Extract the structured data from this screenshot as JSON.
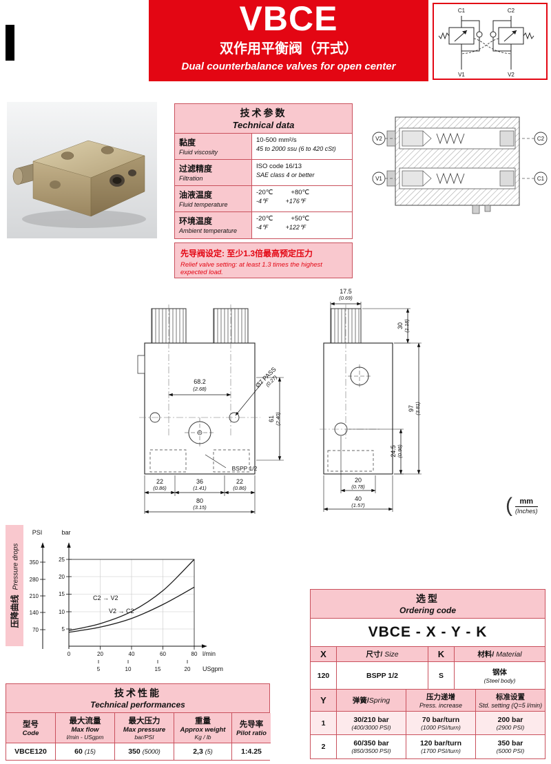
{
  "header": {
    "title": "VBCE",
    "subtitle_cn": "双作用平衡阀（开式）",
    "subtitle_en": "Dual counterbalance valves for open center"
  },
  "colors": {
    "red": "#e30613",
    "pink": "#f9c8ce",
    "table_border": "#c9505c"
  },
  "circuit": {
    "c1": "C1",
    "c2": "C2",
    "v1": "V1",
    "v2": "V2"
  },
  "section_view": {
    "v2": "V2",
    "c2": "C2",
    "v1": "V1",
    "c1": "C1"
  },
  "technical_data": {
    "title_cn": "技术参数",
    "title_en": "Technical data",
    "rows": [
      {
        "label_cn": "黏度",
        "label_en": "Fluid viscosity",
        "value1": "10-500 mm²/s",
        "value2": "45 to 2000 ssu (6 to 420 cSt)"
      },
      {
        "label_cn": "过滤精度",
        "label_en": "Filtration",
        "value1": "ISO code 16/13",
        "value2": "SAE class 4 or better"
      },
      {
        "label_cn": "油液温度",
        "label_en": "Fluid temperature",
        "v1a": "-20℃",
        "v1b": "+80℃",
        "v2a": "-4℉",
        "v2b": "+176℉"
      },
      {
        "label_cn": "环境温度",
        "label_en": "Ambient temperature",
        "v1a": "-20℃",
        "v1b": "+50℃",
        "v2a": "-4℉",
        "v2b": "+122℉"
      }
    ],
    "note_cn": "先导阀设定: 至少1.3倍最高预定压力",
    "note_en": "Relief valve setting: at least 1.3 times the highest expected load."
  },
  "drawings": {
    "front": {
      "dim_68": "68.2",
      "dim_68_in": "(2.68)",
      "dim_hole": "Ø7 PASS",
      "dim_hole_in": "(0.27)",
      "dim_61": "61",
      "dim_61_in": "(2.40)",
      "dim_22a": "22",
      "dim_22a_in": "(0.86)",
      "dim_36": "36",
      "dim_36_in": "(1.41)",
      "dim_22b": "22",
      "dim_22b_in": "(0.86)",
      "dim_80": "80",
      "dim_80_in": "(3.15)",
      "port_label": "BSPP 1/2"
    },
    "side": {
      "dim_17_5": "17.5",
      "dim_17_5_in": "(0.69)",
      "dim_30": "30",
      "dim_30_in": "(1.18)",
      "dim_97": "97",
      "dim_97_in": "(3.81)",
      "dim_24_5": "24.5",
      "dim_24_5_in": "(0.96)",
      "dim_20": "20",
      "dim_20_in": "(0.78)",
      "dim_40": "40",
      "dim_40_in": "(1.57)"
    },
    "units": {
      "mm": "mm",
      "inches": "(Inches)",
      "bracket": "("
    }
  },
  "chart_data": {
    "type": "line",
    "side_label_cn": "压降曲线",
    "side_label_en": "Pressure drops",
    "y_axis_psi": {
      "label": "PSI",
      "ticks": [
        70,
        140,
        210,
        280,
        350
      ]
    },
    "y_axis_bar": {
      "label": "bar",
      "ticks": [
        5,
        10,
        15,
        20,
        25
      ],
      "max": 25
    },
    "x_axis_lmin": {
      "label": "l/min",
      "ticks": [
        0,
        20,
        40,
        60,
        80
      ],
      "max": 80
    },
    "x_axis_usgpm": {
      "label": "USgpm",
      "ticks": [
        5,
        10,
        15,
        20
      ]
    },
    "grid": true,
    "legend_position": "inside",
    "series": [
      {
        "name": "C2 → V2",
        "x": [
          0,
          20,
          40,
          60,
          80
        ],
        "y": [
          4.5,
          6.5,
          10,
          16,
          25
        ]
      },
      {
        "name": "V2 → C2",
        "x": [
          0,
          20,
          40,
          60,
          80
        ],
        "y": [
          4,
          5.5,
          8,
          12,
          17
        ]
      }
    ]
  },
  "performances": {
    "title_cn": "技术性能",
    "title_en": "Technical performances",
    "columns": [
      {
        "cn": "型号",
        "en": "Code",
        "unit": ""
      },
      {
        "cn": "最大流量",
        "en": "Max flow",
        "unit": "l/min - USgpm"
      },
      {
        "cn": "最大压力",
        "en": "Max pressure",
        "unit": "bar/PSI"
      },
      {
        "cn": "重量",
        "en": "Approx weight",
        "unit": "Kg / lb"
      },
      {
        "cn": "先导率",
        "en": "Pilot ratio",
        "unit": ""
      }
    ],
    "row": {
      "code": "VBCE120",
      "flow": "60",
      "flow_p": "(15)",
      "pressure": "350",
      "pressure_p": "(5000)",
      "weight": "2,3",
      "weight_p": "(5)",
      "ratio": "1:4.25"
    }
  },
  "ordering": {
    "title_cn": "选型",
    "title_en": "Ordering code",
    "code": "VBCE - X - Y - K",
    "size_table": {
      "h_x": "X",
      "h_size_cn": "尺寸/",
      "h_size_en": "Size",
      "h_k": "K",
      "h_mat_cn": "材料/",
      "h_mat_en": "Material",
      "x_val": "120",
      "size_val": "BSPP 1/2",
      "k_val": "S",
      "mat_cn": "钢体",
      "mat_en": "(Steel body)"
    },
    "spring_table": {
      "h_y": "Y",
      "h_spring_cn": "弹簧/",
      "h_spring_en": "Spring",
      "h_press_cn": "压力递增",
      "h_press_en": "Press. increase",
      "h_std_cn": "标准设置",
      "h_std_en": "Std. setting (Q=5 l/min)",
      "rows": [
        {
          "y": "1",
          "spring": "30/210 bar",
          "spring_p": "(400/3000 PSI)",
          "press": "70 bar/turn",
          "press_p": "(1000 PSI/turn)",
          "std": "200 bar",
          "std_p": "(2900 PSI)"
        },
        {
          "y": "2",
          "spring": "60/350 bar",
          "spring_p": "(850/3500 PSI)",
          "press": "120 bar/turn",
          "press_p": "(1700 PSI/turn)",
          "std": "350 bar",
          "std_p": "(5000 PSI)"
        }
      ]
    }
  }
}
